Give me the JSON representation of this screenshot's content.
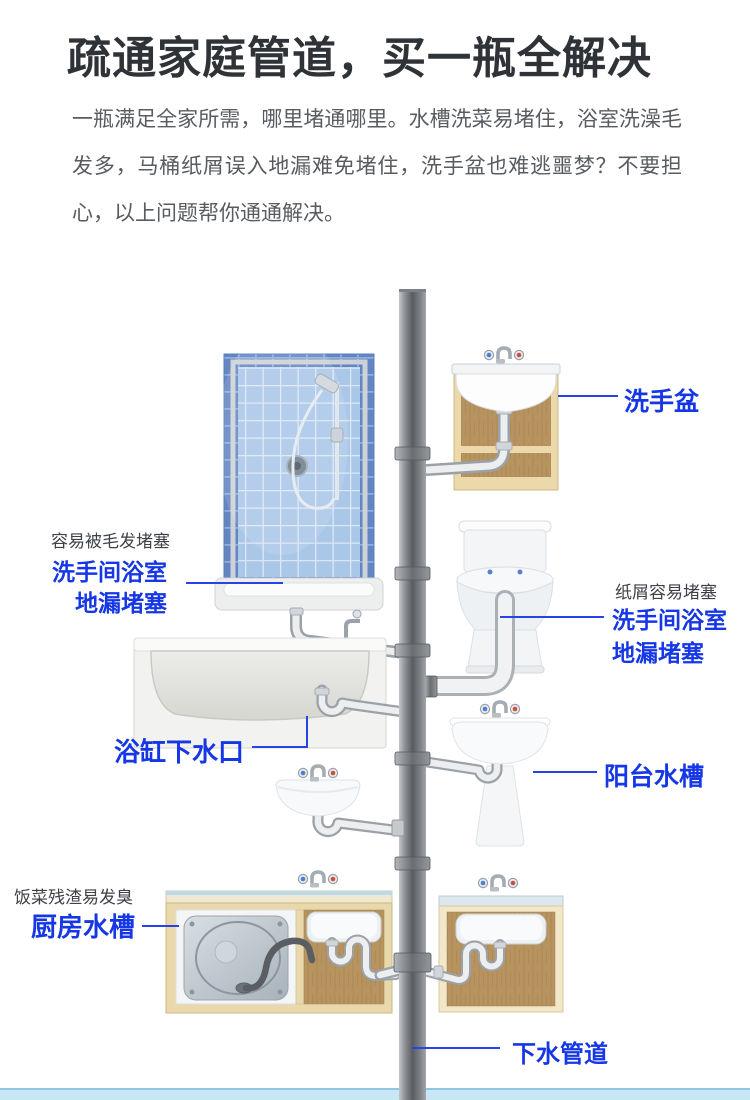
{
  "page": {
    "title": "疏通家庭管道，买一瓶全解决",
    "intro": "一瓶满足全家所需，哪里堵通哪里。水槽洗菜易堵住，浴室洗澡毛发多，马桶纸屑误入地漏难免堵住，洗手盆也难逃噩梦？不要担心，以上问题帮你通通解决。"
  },
  "colors": {
    "label_blue": "#1637e6",
    "title_dark": "#2f3338",
    "body_gray": "#585c61",
    "note_gray": "#3e4247",
    "bottom_band_blue": "#c9e6f5"
  },
  "labels": {
    "washbasin": "洗手盆",
    "shower_note": "容易被毛发堵塞",
    "shower_line1": "洗手间浴室",
    "shower_line2": "地漏堵塞",
    "toilet_note": "纸屑容易堵塞",
    "toilet_line1": "洗手间浴室",
    "toilet_line2": "地漏堵塞",
    "bathtub_drain": "浴缸下水口",
    "balcony_sink": "阳台水槽",
    "kitchen_note": "饭菜残渣易发臭",
    "kitchen_sink": "厨房水槽",
    "drain_pipe": "下水管道"
  }
}
